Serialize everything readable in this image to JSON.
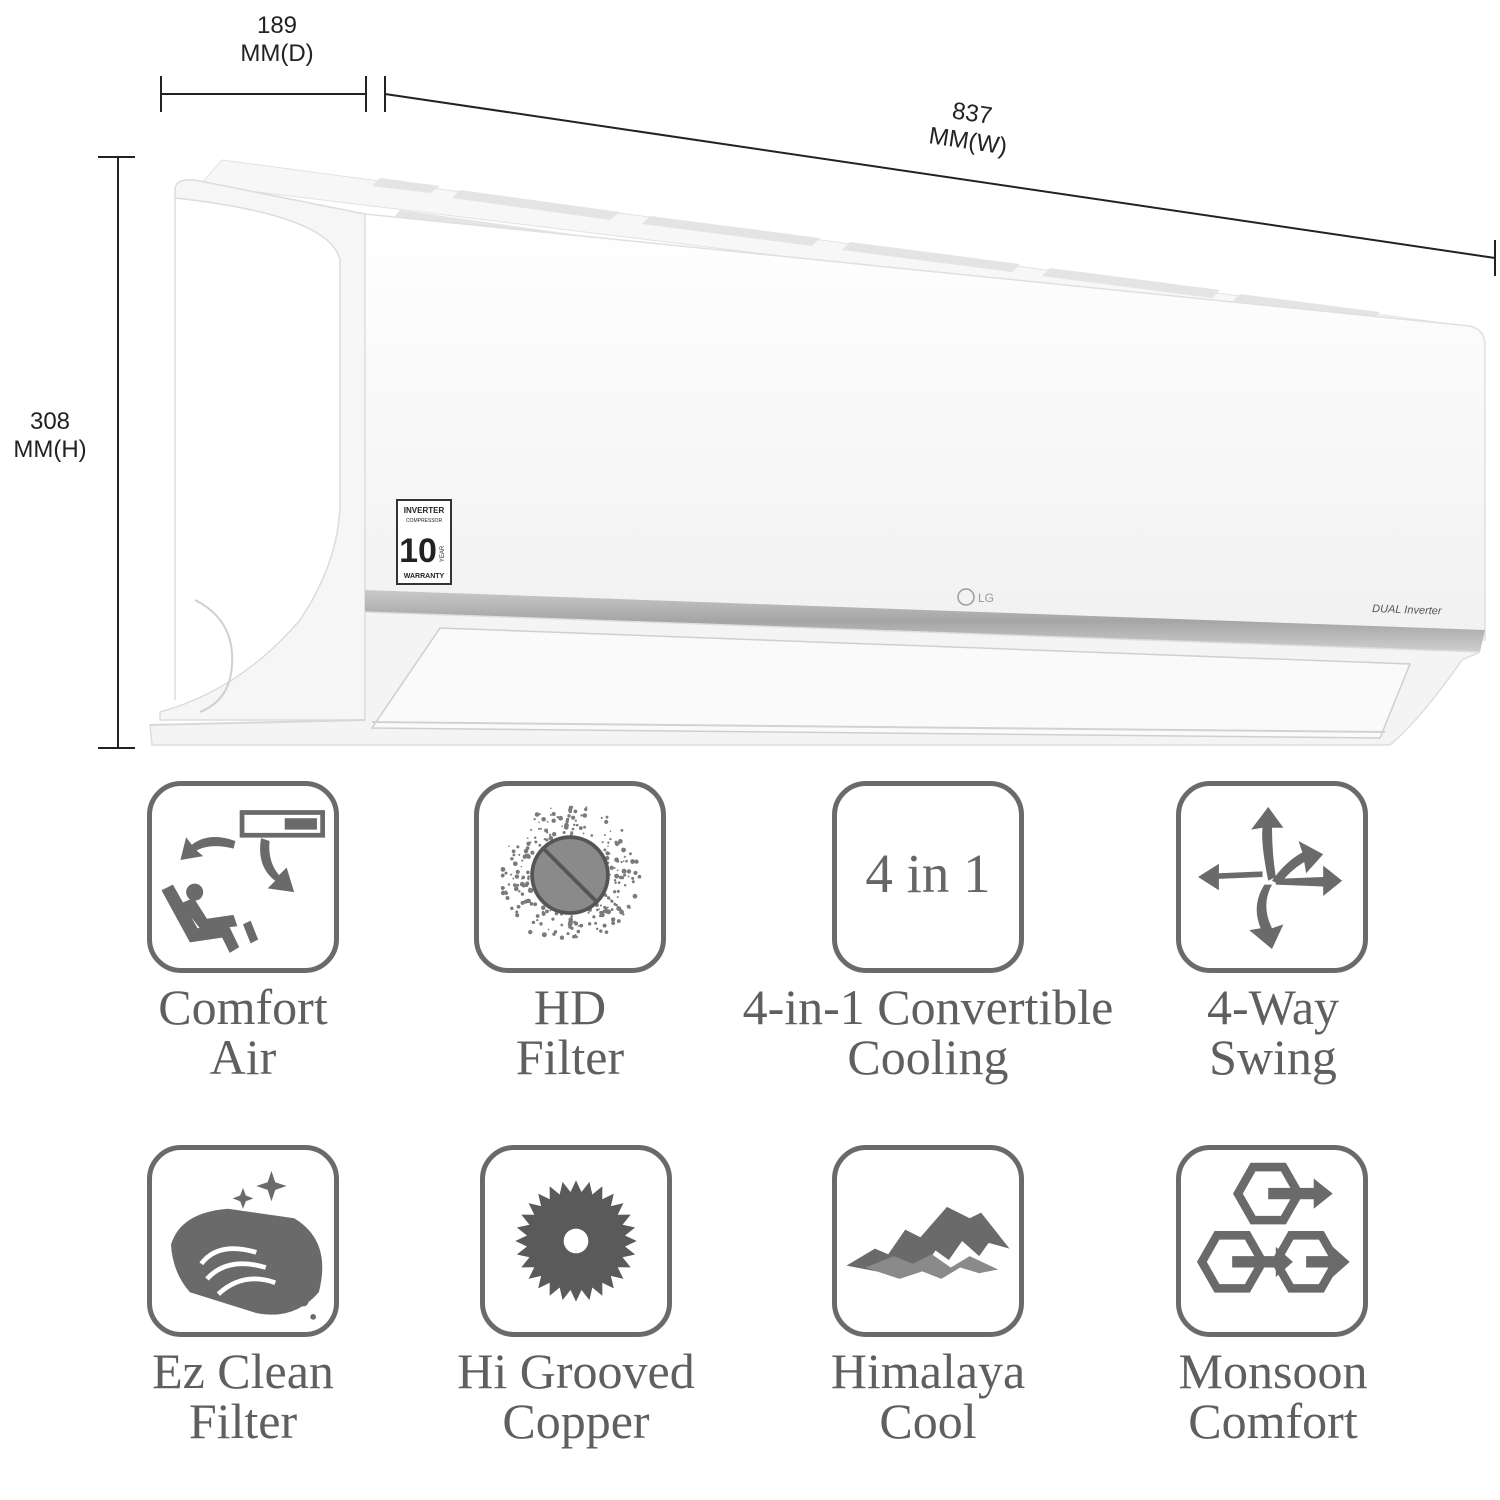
{
  "dimensions": {
    "depth": {
      "value": "189",
      "unit": "MM(D)"
    },
    "width": {
      "value": "837",
      "unit": "MM(W)"
    },
    "height": {
      "value": "308",
      "unit": "MM(H)"
    }
  },
  "product": {
    "brand_logo": "LG",
    "label_strip": "DUAL Inverter",
    "warranty_badge": {
      "line1": "INVERTER",
      "line2": "COMPRESSOR",
      "years": "10",
      "year_word": "YEAR",
      "line3": "WARRANTY"
    }
  },
  "features": [
    {
      "icon": "comfort-air-icon",
      "line1": "Comfort",
      "line2": "Air"
    },
    {
      "icon": "hd-filter-icon",
      "line1": "HD",
      "line2": "Filter"
    },
    {
      "icon": "four-in-one-icon",
      "icon_text": "4 in 1",
      "line1": "4-in-1 Convertible",
      "line2": "Cooling"
    },
    {
      "icon": "four-way-swing-icon",
      "line1": "4-Way",
      "line2": "Swing"
    },
    {
      "icon": "ez-clean-filter-icon",
      "line1": "Ez Clean",
      "line2": "Filter"
    },
    {
      "icon": "hi-grooved-copper-icon",
      "line1": "Hi Grooved",
      "line2": "Copper"
    },
    {
      "icon": "himalaya-cool-icon",
      "line1": "Himalaya",
      "line2": "Cool"
    },
    {
      "icon": "monsoon-comfort-icon",
      "line1": "Monsoon",
      "line2": "Comfort"
    }
  ],
  "colors": {
    "icon_gray": "#6a6a6a",
    "caption_gray": "#5f5f5f",
    "unit_white": "#fbfbfb",
    "strip_silver": "#a9a9a9"
  }
}
